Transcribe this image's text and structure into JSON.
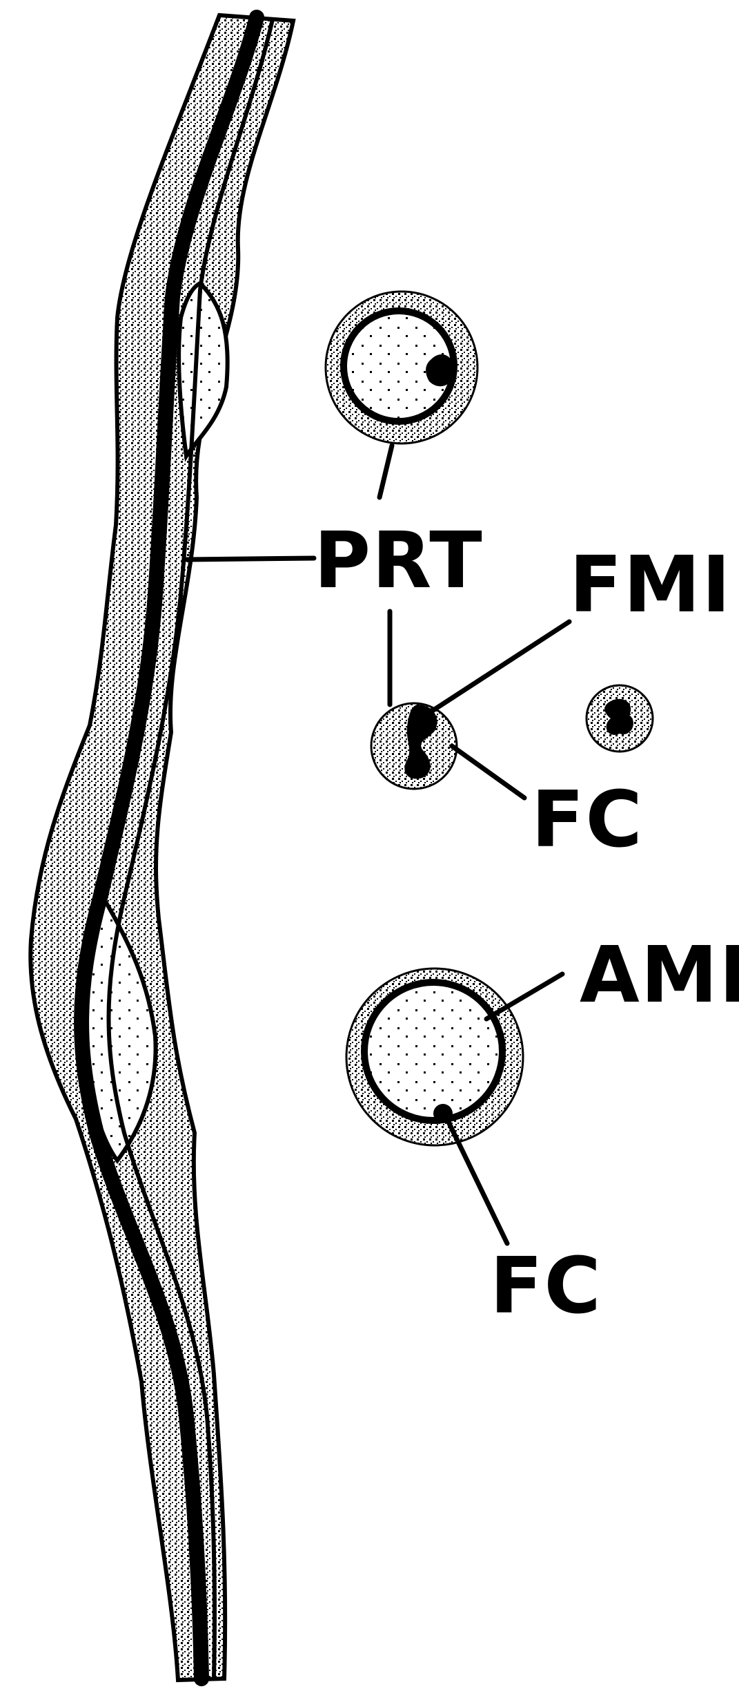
{
  "figure": {
    "labels": {
      "prt": "PRT",
      "fmi": "FMI",
      "fc_upper": "FC",
      "ami": "AMI",
      "fc_lower": "FC"
    },
    "colors": {
      "ink": "#000000",
      "paper": "#ffffff",
      "stipple_fill": "#ededed"
    }
  }
}
